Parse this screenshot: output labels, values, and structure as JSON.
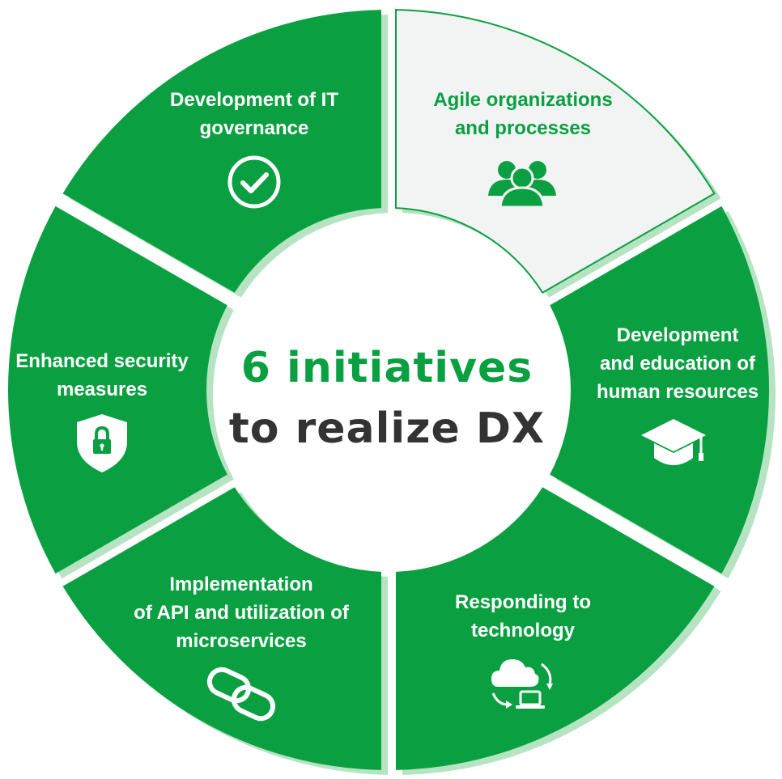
{
  "center": {
    "line1": "6 initiatives",
    "line2": "to realize DX"
  },
  "colors": {
    "segment": "#0aa041",
    "segment_shadow": "#b6e3c2",
    "highlight_fill": "#f2f3f3",
    "highlight_text": "#0aa041",
    "title_dark": "#333333"
  },
  "segments": [
    {
      "id": "it-governance",
      "lines": [
        "Development of IT",
        "governance"
      ],
      "icon": "check-circle-icon",
      "highlighted": false
    },
    {
      "id": "agile",
      "lines": [
        "Agile organizations",
        "and processes"
      ],
      "icon": "people-group-icon",
      "highlighted": true
    },
    {
      "id": "human-resources",
      "lines": [
        "Development",
        "and education of",
        "human resources"
      ],
      "icon": "graduation-cap-icon",
      "highlighted": false
    },
    {
      "id": "technology",
      "lines": [
        "Responding to",
        "technology"
      ],
      "icon": "cloud-sync-icon",
      "highlighted": false
    },
    {
      "id": "api-microservices",
      "lines": [
        "Implementation",
        "of API and utilization of",
        "microservices"
      ],
      "icon": "chain-link-icon",
      "highlighted": false
    },
    {
      "id": "security",
      "lines": [
        "Enhanced security",
        "measures"
      ],
      "icon": "shield-lock-icon",
      "highlighted": false
    }
  ]
}
